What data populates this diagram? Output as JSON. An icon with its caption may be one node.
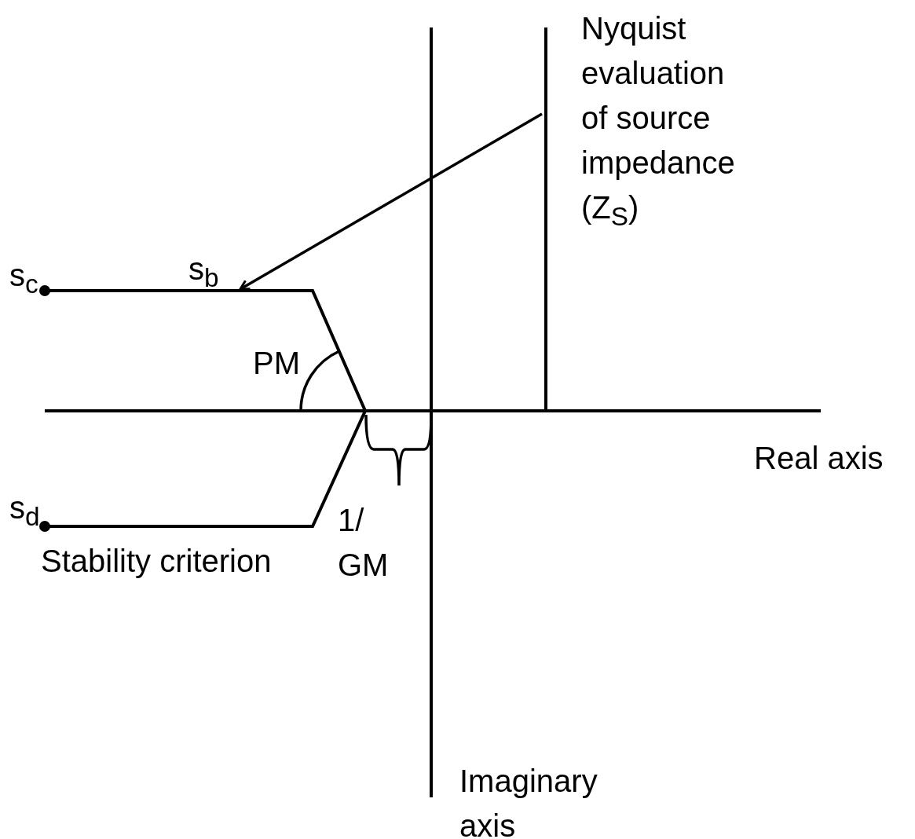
{
  "diagram": {
    "nodes": [
      {
        "text": [
          "Nyquist evaluation of source impedance (Z$_{S}$)"
        ]
      },
      {
        "text": [
          "s$_{b}$"
        ]
      }
    ],
    "edges": [
      {
        "from": 0,
        "to": 1,
        "arrow": "to"
      }
    ],
    "labels": [
      "s$_{c}$",
      "PM",
      "Real axis",
      "s$_{d}$",
      "1/ GM",
      "Stability criterion",
      "Imaginary axis"
    ]
  }
}
